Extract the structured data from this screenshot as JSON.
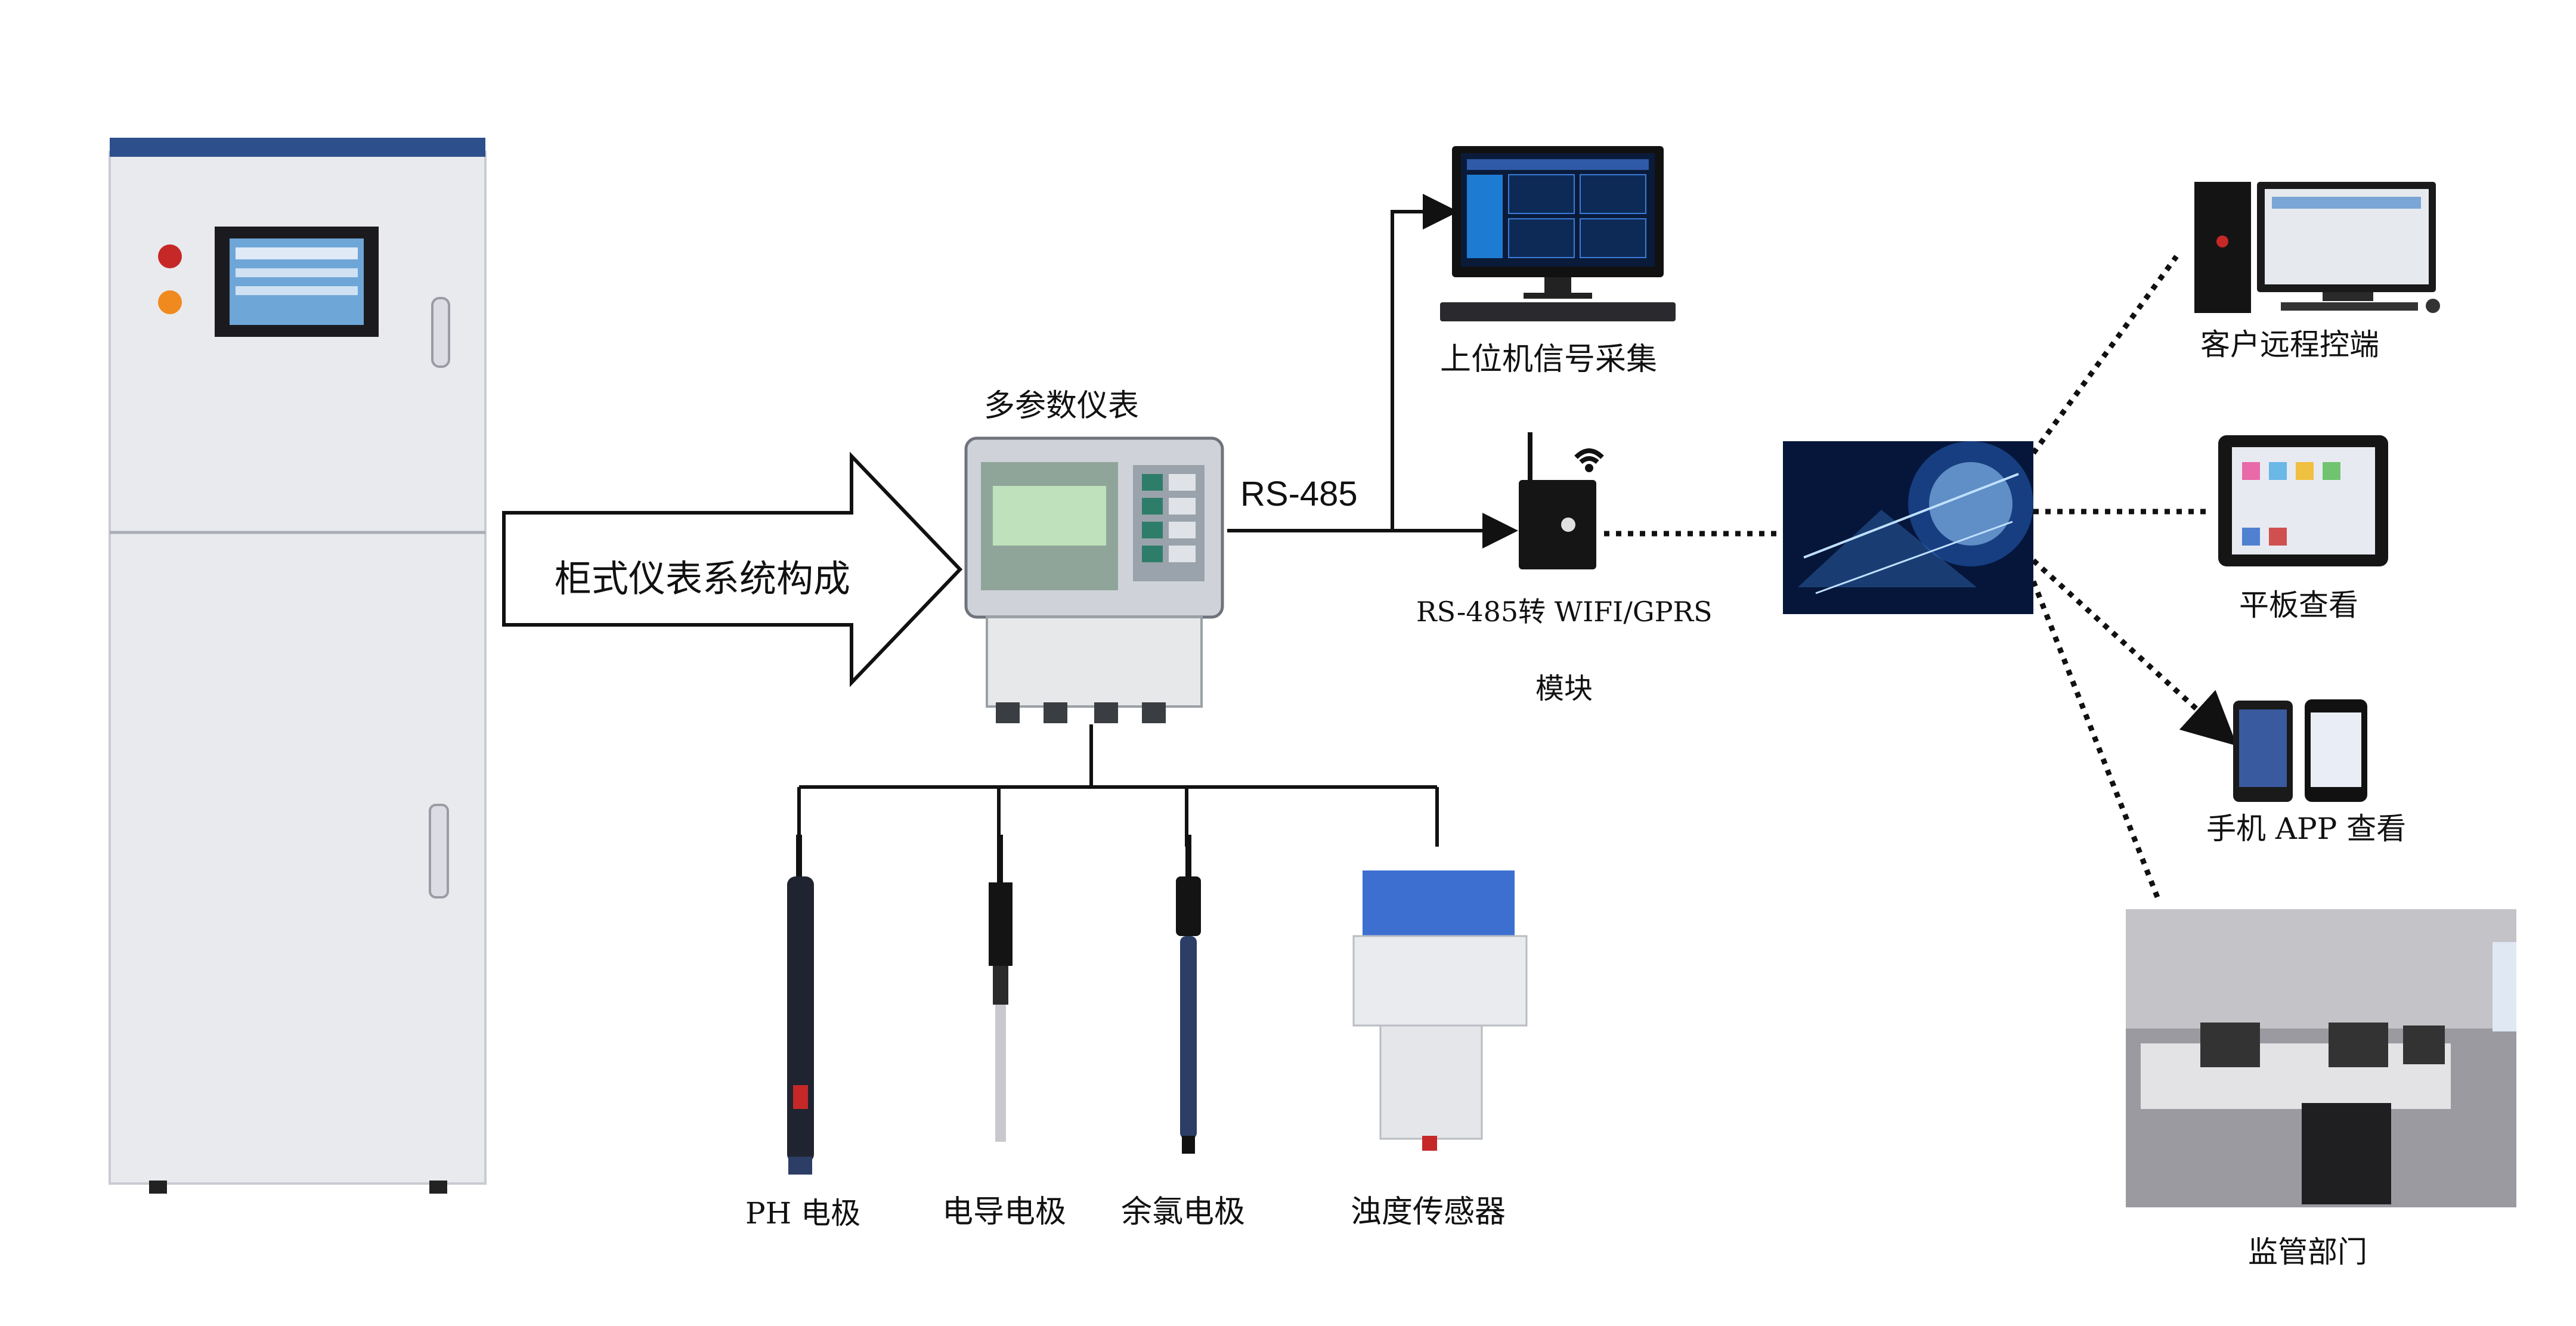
{
  "arrow_label": "柜式仪表系统构成",
  "meter_label": "多参数仪表",
  "bus_label": "RS-485",
  "host_label": "上位机信号采集",
  "module_label_line1": "RS-485转 WIFI/GPRS",
  "module_label_line2": "模块",
  "sensors": [
    {
      "label": "PH 电极"
    },
    {
      "label": "电导电极"
    },
    {
      "label": "余氯电极"
    },
    {
      "label": "浊度传感器"
    }
  ],
  "clients": [
    {
      "label": "客户远程控端"
    },
    {
      "label": "平板查看"
    },
    {
      "label": "手机 APP 查看"
    },
    {
      "label": "监管部门"
    }
  ],
  "colors": {
    "cabinet_body": "#e9eaee",
    "cabinet_top": "#2d4f8c",
    "screen_blue": "#6ea6d8",
    "line": "#111111",
    "cloud_blue": "#2a6fd6",
    "sensor_dark": "#2c3e66",
    "turbidity_blue": "#3c6fd0"
  }
}
